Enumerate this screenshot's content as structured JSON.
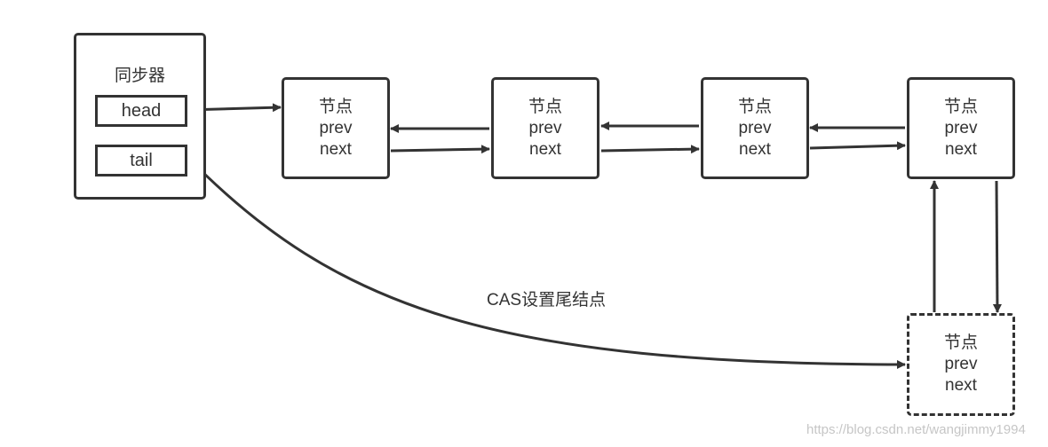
{
  "synchronizer": {
    "title": "同步器",
    "head": "head",
    "tail": "tail"
  },
  "nodes": [
    {
      "title": "节点",
      "prev": "prev",
      "next": "next"
    },
    {
      "title": "节点",
      "prev": "prev",
      "next": "next"
    },
    {
      "title": "节点",
      "prev": "prev",
      "next": "next"
    },
    {
      "title": "节点",
      "prev": "prev",
      "next": "next"
    },
    {
      "title": "节点",
      "prev": "prev",
      "next": "next",
      "style": "dashed"
    }
  ],
  "edge_label": "CAS设置尾结点",
  "watermark": "https://blog.csdn.net/wangjimmy1994",
  "colors": {
    "line": "#333333",
    "watermark": "#c6c6c6"
  }
}
